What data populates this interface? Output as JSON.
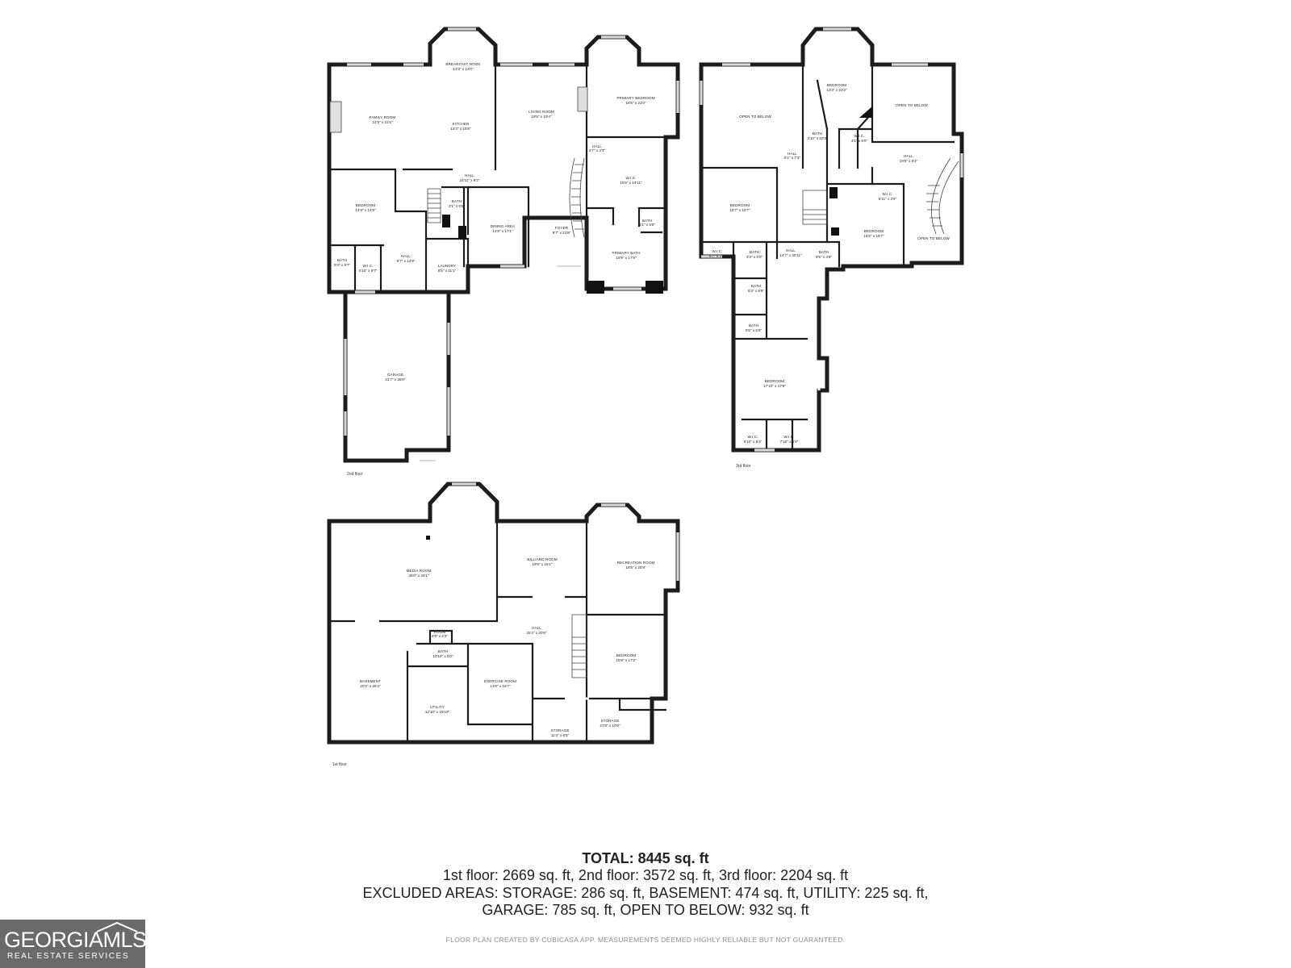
{
  "floor_labels": {
    "second": "2nd floor",
    "third": "3rd floor",
    "first": "1st floor"
  },
  "rooms": {
    "breakfast_nook": {
      "name": "BREAKFAST NOOK",
      "dim": "13'3\" x 13'0\""
    },
    "family_room": {
      "name": "FAMILY ROOM",
      "dim": "21'9\" x 21'5\""
    },
    "kitchen": {
      "name": "KITCHEN",
      "dim": "13'3\" x 15'8\""
    },
    "living_room": {
      "name": "LIVING ROOM",
      "dim": "19'5\" x 19'4\""
    },
    "primary_bedroom": {
      "name": "PRIMARY BEDROOM",
      "dim": "18'5\" x 21'0\""
    },
    "hall_2a": {
      "name": "HALL",
      "dim": "2'7\" x 3'3\""
    },
    "hall_2b": {
      "name": "HALL",
      "dim": "24'11\" x 9'2\""
    },
    "wic_primary": {
      "name": "W.I.C.",
      "dim": "15'9\" x 14'11\""
    },
    "bedroom_2": {
      "name": "BEDROOM",
      "dim": "14'8\" x 14'8\""
    },
    "bath_2a": {
      "name": "BATH",
      "dim": "2'1\" x 6'5\""
    },
    "dining_area": {
      "name": "DINING AREA",
      "dim": "14'8\" x 17'1\""
    },
    "foyer": {
      "name": "FOYER",
      "dim": "9'7\" x 21'9\""
    },
    "bath_2b": {
      "name": "BATH",
      "dim": "5'1\" x 5'6\""
    },
    "primary_bath": {
      "name": "PRIMARY BATH",
      "dim": "15'9\" x 17'9\""
    },
    "bath_2c": {
      "name": "BATH",
      "dim": "5'3\" x 9'7\""
    },
    "wic_2": {
      "name": "W.I.C.",
      "dim": "4'10\" x 9'7\""
    },
    "hall_2c": {
      "name": "HALL",
      "dim": "9'7\" x 14'9\""
    },
    "laundry": {
      "name": "LAUNDRY",
      "dim": "8'5\" x 11'1\""
    },
    "garage": {
      "name": "GARAGE",
      "dim": "21'7\" x 35'0\""
    },
    "open_below_3a": {
      "name": "OPEN TO BELOW",
      "dim": ""
    },
    "bedroom_3a": {
      "name": "BEDROOM",
      "dim": "13'3\" x 23'2\""
    },
    "open_below_3b": {
      "name": "OPEN TO BELOW",
      "dim": ""
    },
    "bath_3a": {
      "name": "BATH",
      "dim": "4'10\" x 10'3\""
    },
    "wic_3a": {
      "name": "W.I.C.",
      "dim": "4'1\" x 9'0\""
    },
    "hall_3a": {
      "name": "HALL",
      "dim": "5'1\" x 7'3\""
    },
    "hall_3b": {
      "name": "HALL",
      "dim": "19'5\" x 9'2\""
    },
    "wic_3b": {
      "name": "W.I.C.",
      "dim": "8'11\" x 3'6\""
    },
    "bedroom_3b": {
      "name": "BEDROOM",
      "dim": "15'7\" x 15'7\""
    },
    "bedroom_3c": {
      "name": "BEDROOM",
      "dim": "15'6\" x 16'7\""
    },
    "open_below_3c": {
      "name": "OPEN TO BELOW",
      "dim": ""
    },
    "wic_3c": {
      "name": "W.I.C.",
      "dim": "6'7\" x 3'5\""
    },
    "bath_3b": {
      "name": "BATH",
      "dim": "3'3\" x 5'0\""
    },
    "hall_3c": {
      "name": "HALL",
      "dim": "14'7\" x 30'11\""
    },
    "bath_3c": {
      "name": "BATH",
      "dim": "8'5\" x 4'8\""
    },
    "bath_3d": {
      "name": "BATH",
      "dim": "6'3\" x 8'5\""
    },
    "bath_3e": {
      "name": "BATH",
      "dim": "5'5\" x 5'9\""
    },
    "bedroom_3d": {
      "name": "BEDROOM",
      "dim": "17'10\" x 17'5\""
    },
    "wic_3d": {
      "name": "W.I.C.",
      "dim": "6'10\" x 5'4\""
    },
    "wic_3e": {
      "name": "W.I.C.",
      "dim": "7'10\" x 5'4\""
    },
    "media_room": {
      "name": "MEDIA ROOM",
      "dim": "35'0\" x 29'1\""
    },
    "billiard_room": {
      "name": "BILLIARD ROOM",
      "dim": "19'5\" x 16'1\""
    },
    "recreation_room": {
      "name": "RECREATION ROOM",
      "dim": "18'5\" x 25'8\""
    },
    "room_1": {
      "name": "ROOM",
      "dim": "4'9\" x 2'3\""
    },
    "hall_1": {
      "name": "HALL",
      "dim": "25'4\" x 20'5\""
    },
    "bath_1": {
      "name": "BATH",
      "dim": "10'10\" x 5'0\""
    },
    "bedroom_1": {
      "name": "BEDROOM",
      "dim": "15'6\" x 17'2\""
    },
    "basement": {
      "name": "BASEMENT",
      "dim": "20'2\" x 26'4\""
    },
    "exercise_room": {
      "name": "EXERCISE ROOM",
      "dim": "13'6\" x 16'7\""
    },
    "utility": {
      "name": "UTILITY",
      "dim": "12'10\" x 16'10\""
    },
    "storage_a": {
      "name": "STORAGE",
      "dim": "27'8\" x 10'6\""
    },
    "storage_b": {
      "name": "STORAGE",
      "dim": "11'4\" x 6'5\""
    }
  },
  "summary": {
    "total": "TOTAL: 8445 sq. ft",
    "line1": "1st floor: 2669 sq. ft, 2nd floor: 3572 sq. ft, 3rd floor: 2204 sq. ft",
    "line2": "EXCLUDED AREAS: STORAGE: 286 sq. ft, BASEMENT: 474 sq. ft, UTILITY: 225 sq. ft,",
    "line3": "GARAGE: 785 sq. ft, OPEN TO BELOW: 932 sq. ft"
  },
  "disclaimer": "FLOOR PLAN CREATED BY CUBICASA APP. MEASUREMENTS DEEMED HIGHLY RELIABLE BUT NOT GUARANTEED.",
  "logo": {
    "name": "GEORGIAMLS",
    "tagline": "REAL ESTATE SERVICES"
  },
  "colors": {
    "wall": "#1c1c1c",
    "logo_background": "#6a6a6a",
    "disclaimer_text": "#8c8c8c"
  }
}
